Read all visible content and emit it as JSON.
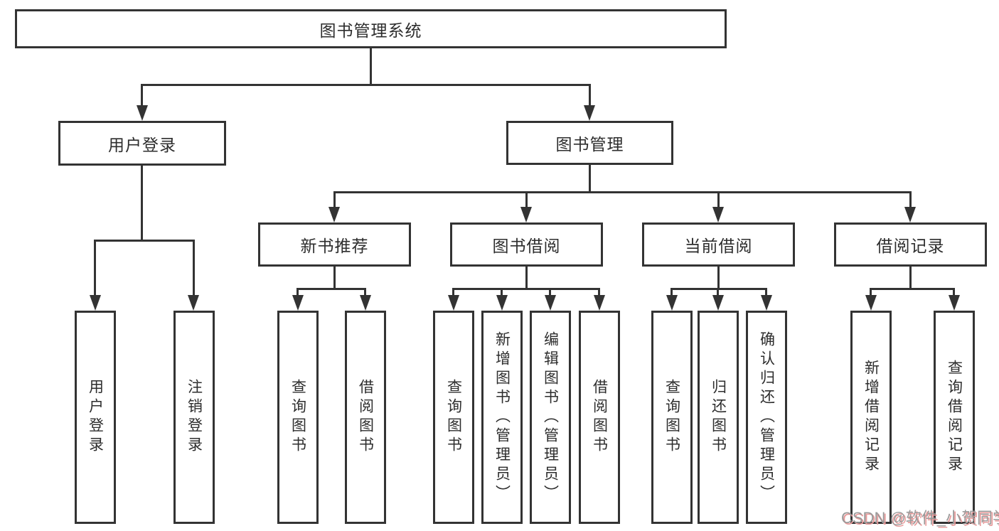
{
  "diagram": {
    "root": {
      "label": "图书管理系统"
    },
    "level2": [
      {
        "label": "用户登录",
        "parent": "图书管理系统"
      },
      {
        "label": "图书管理",
        "parent": "图书管理系统"
      }
    ],
    "level3": [
      {
        "label": "新书推荐",
        "parent": "图书管理"
      },
      {
        "label": "图书借阅",
        "parent": "图书管理"
      },
      {
        "label": "当前借阅",
        "parent": "图书管理"
      },
      {
        "label": "借阅记录",
        "parent": "图书管理"
      }
    ],
    "leaves": [
      {
        "label": "用户登录",
        "parent": "用户登录"
      },
      {
        "label": "注销登录",
        "parent": "用户登录"
      },
      {
        "label": "查询图书",
        "parent": "新书推荐"
      },
      {
        "label": "借阅图书",
        "parent": "新书推荐"
      },
      {
        "label": "查询图书",
        "parent": "图书借阅"
      },
      {
        "label": "新增图书（管理员）",
        "parent": "图书借阅"
      },
      {
        "label": "编辑图书（管理员）",
        "parent": "图书借阅"
      },
      {
        "label": "借阅图书",
        "parent": "图书借阅"
      },
      {
        "label": "查询图书",
        "parent": "当前借阅"
      },
      {
        "label": "归还图书",
        "parent": "当前借阅"
      },
      {
        "label": "确认归还（管理员）",
        "parent": "当前借阅"
      },
      {
        "label": "新增借阅记录",
        "parent": "借阅记录"
      },
      {
        "label": "查询借阅记录",
        "parent": "借阅记录"
      }
    ]
  },
  "watermark": {
    "text": "CSDN @软件_小贺同学"
  },
  "colors": {
    "line": "#333333",
    "box_bg": "#ffffff",
    "text": "#2d2d2d",
    "wm_text": "#9a9a9a",
    "wm_shadow": "#e89a9a"
  }
}
